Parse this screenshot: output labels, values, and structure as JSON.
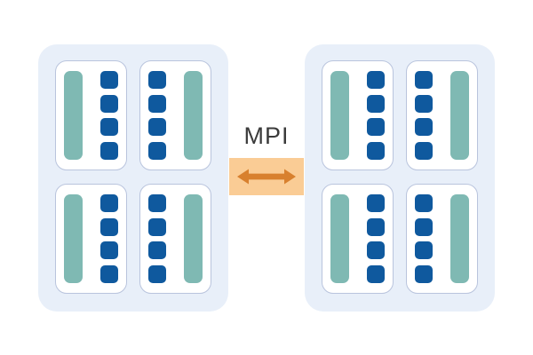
{
  "link": {
    "label": "MPI"
  },
  "colors": {
    "node_background": "#e8eff9",
    "socket_border": "#b9c4dd",
    "socket_background": "#ffffff",
    "bar_teal": "#7fb9b3",
    "core_blue": "#0f599e",
    "band_orange": "#facc95",
    "arrow_orange": "#d8802e",
    "label_text": "#3b3b3b"
  },
  "nodes": [
    {
      "id": "node-left",
      "sockets": [
        {
          "mirrored": false,
          "bars": 1,
          "cores": 4
        },
        {
          "mirrored": true,
          "bars": 1,
          "cores": 4
        },
        {
          "mirrored": false,
          "bars": 1,
          "cores": 4
        },
        {
          "mirrored": true,
          "bars": 1,
          "cores": 4
        }
      ]
    },
    {
      "id": "node-right",
      "sockets": [
        {
          "mirrored": false,
          "bars": 1,
          "cores": 4
        },
        {
          "mirrored": true,
          "bars": 1,
          "cores": 4
        },
        {
          "mirrored": false,
          "bars": 1,
          "cores": 4
        },
        {
          "mirrored": true,
          "bars": 1,
          "cores": 4
        }
      ]
    }
  ]
}
